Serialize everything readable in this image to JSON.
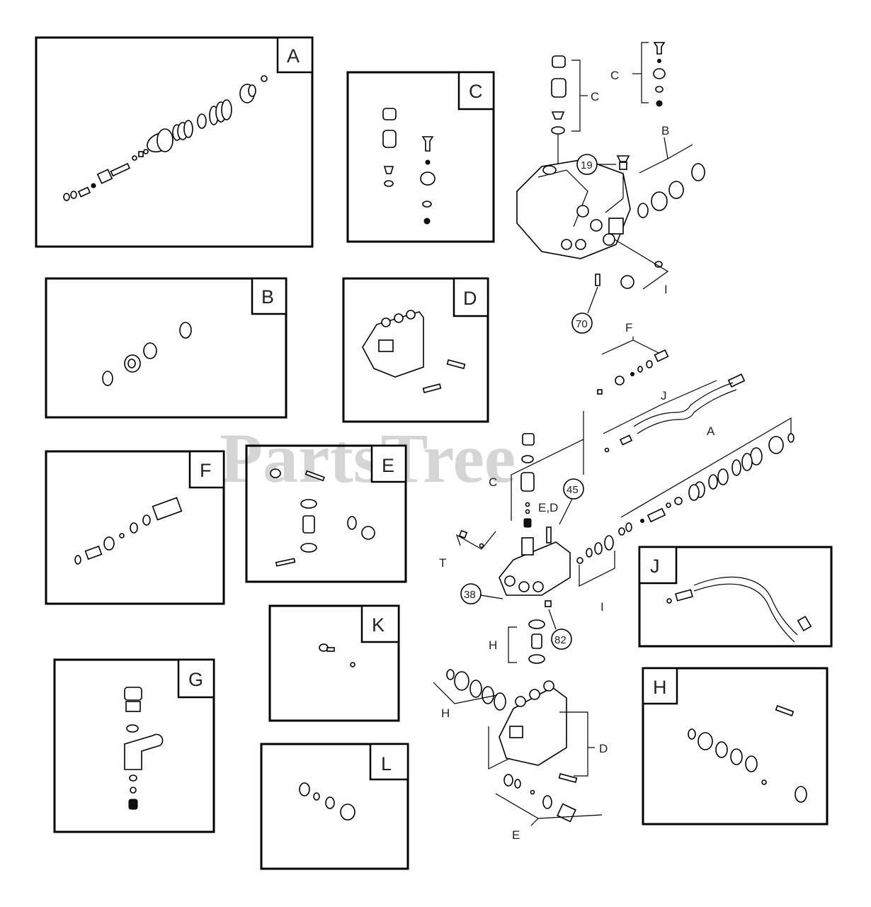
{
  "watermark": "PartsTree",
  "panels": [
    {
      "id": "A",
      "label": "A"
    },
    {
      "id": "C",
      "label": "C"
    },
    {
      "id": "B",
      "label": "B"
    },
    {
      "id": "D",
      "label": "D"
    },
    {
      "id": "F",
      "label": "F"
    },
    {
      "id": "E",
      "label": "E"
    },
    {
      "id": "G",
      "label": "G"
    },
    {
      "id": "K",
      "label": "K"
    },
    {
      "id": "L",
      "label": "L"
    },
    {
      "id": "J",
      "label": "J"
    },
    {
      "id": "H",
      "label": "H"
    }
  ],
  "callouts": {
    "c19": "19",
    "c70": "70",
    "c45": "45",
    "c38": "38",
    "c82": "82"
  },
  "group_labels": {
    "top_c_outer": "C",
    "top_c_inner": "C",
    "top_b": "B",
    "top_i": "I",
    "mid_f": "F",
    "mid_j": "J",
    "mid_a": "A",
    "mid_c": "C",
    "mid_ed": "E,D",
    "mid_i": "I",
    "mid_t": "T",
    "mid_h_small": "H",
    "bot_h": "H",
    "bot_d": "D",
    "bot_e": "E"
  }
}
